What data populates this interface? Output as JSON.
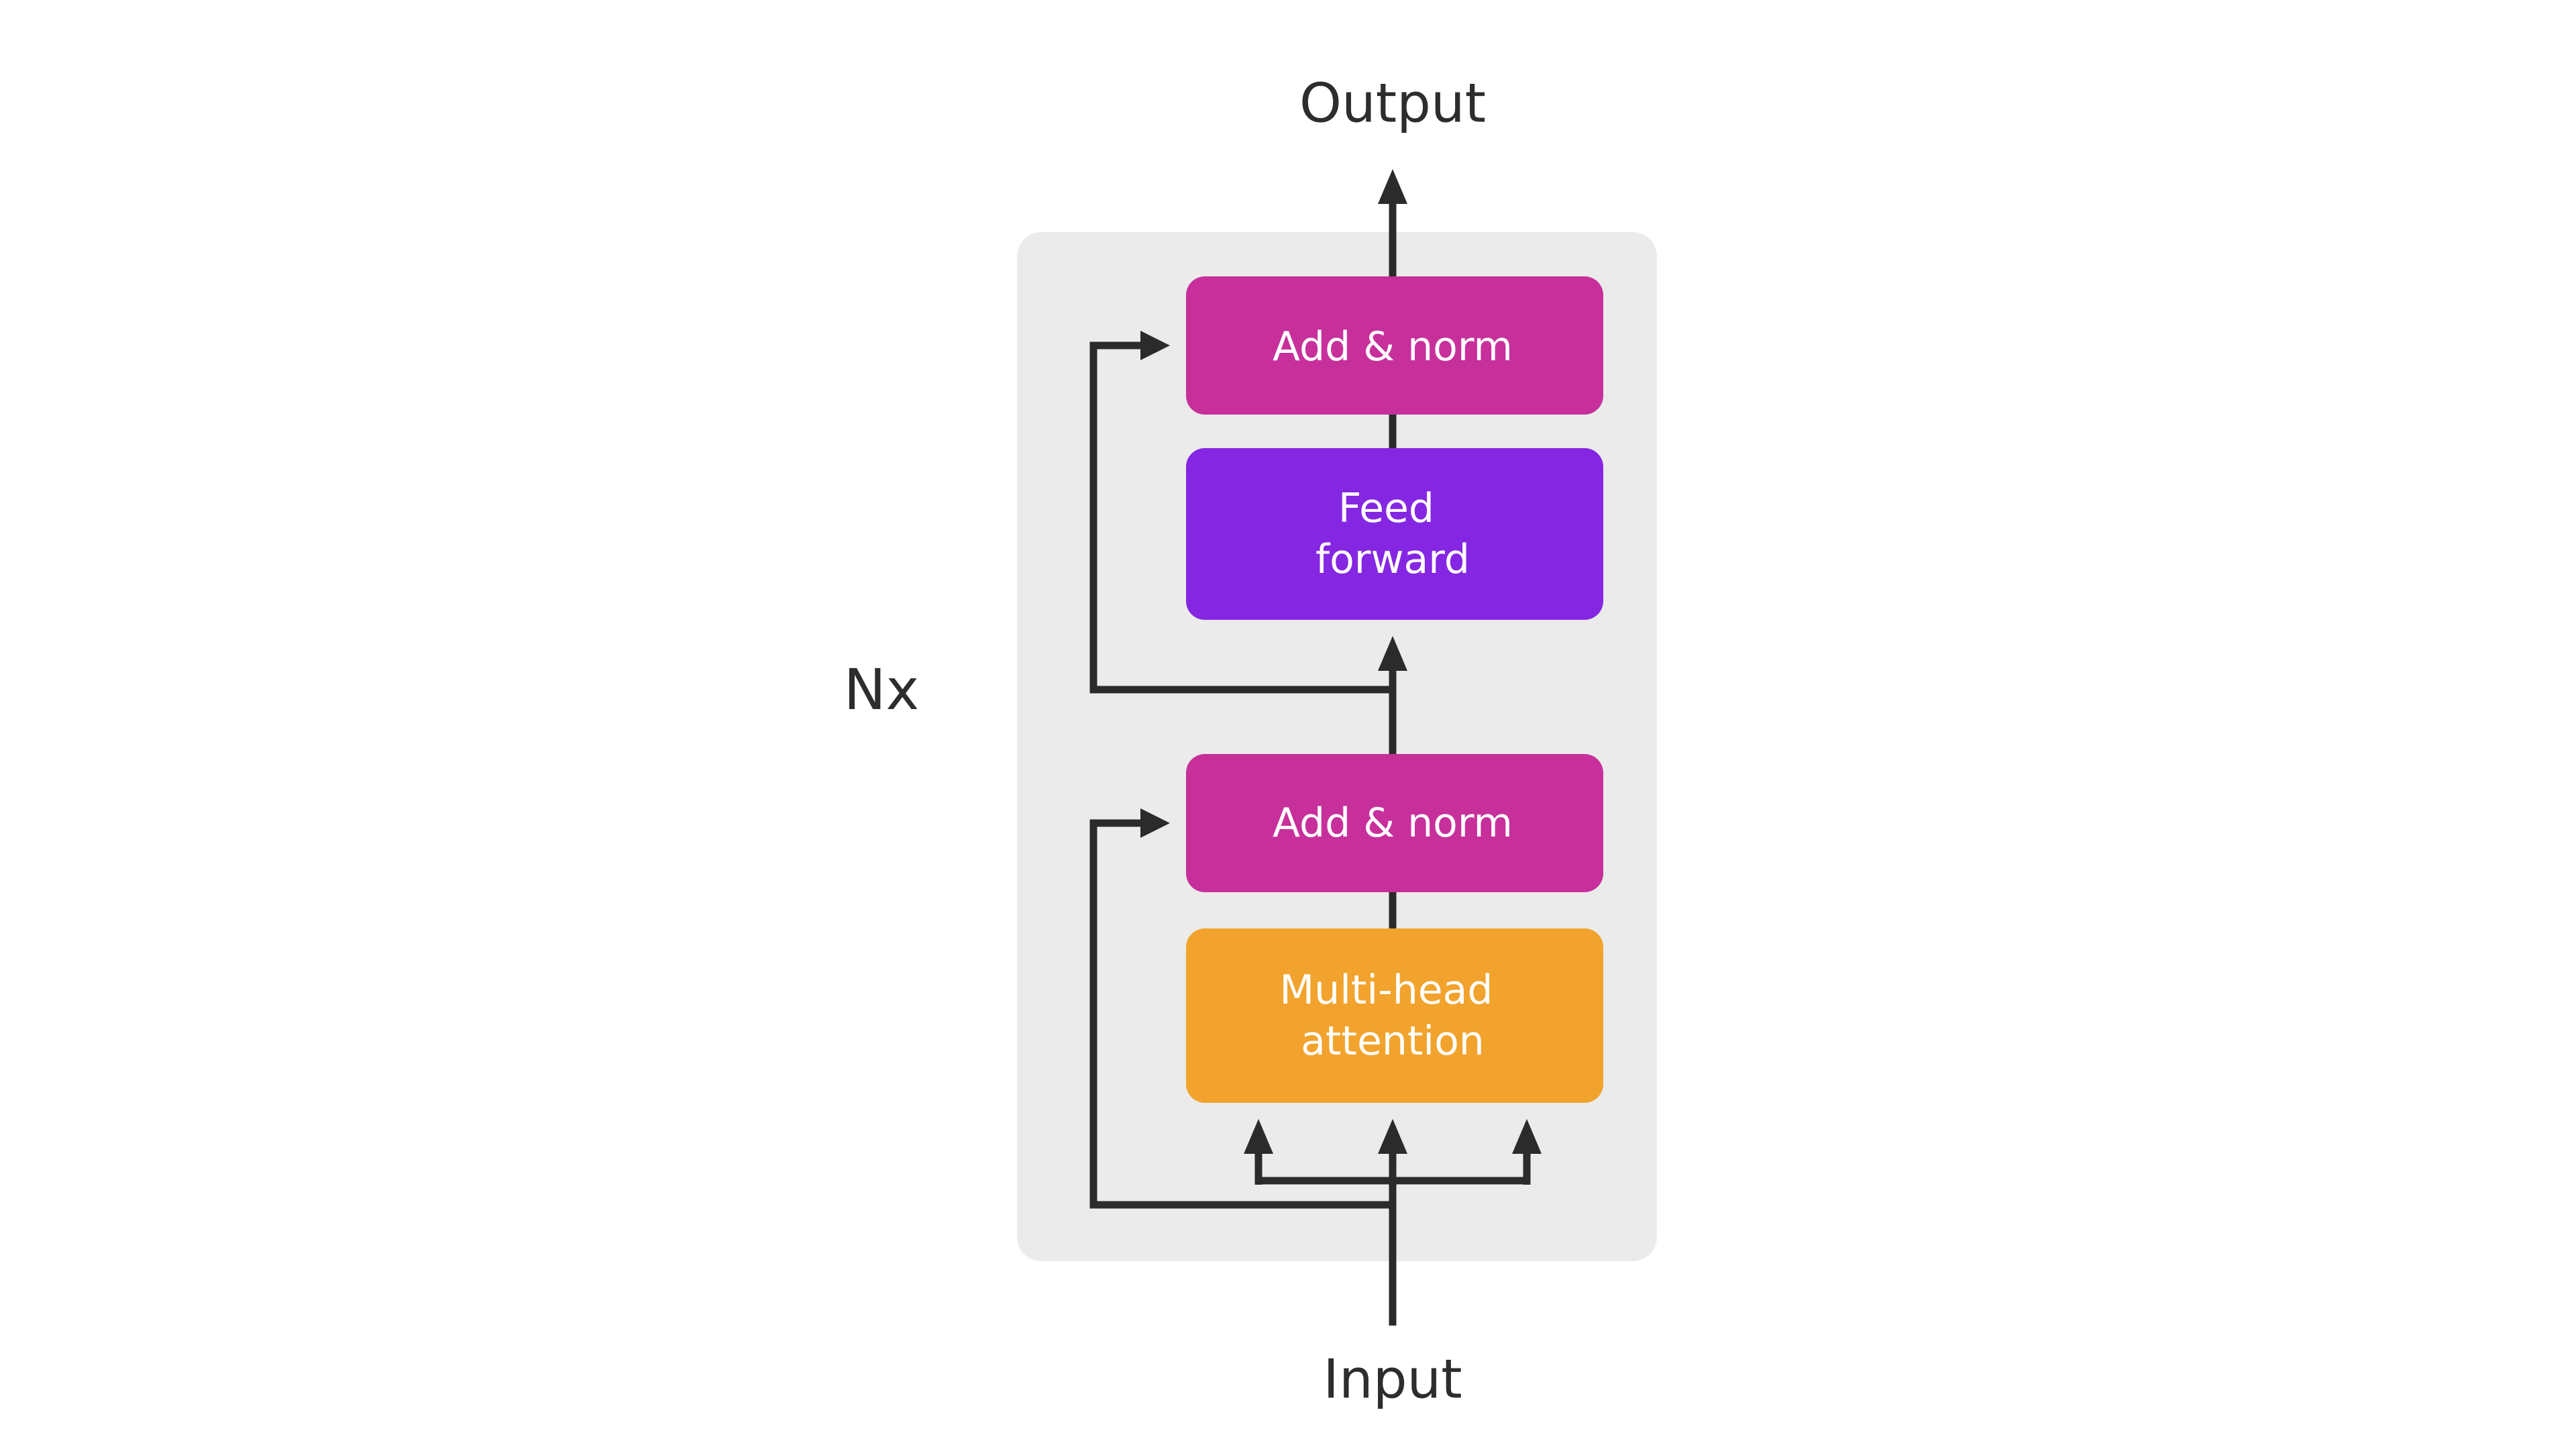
{
  "diagram": {
    "output_label": "Output",
    "input_label": "Input",
    "repeat_label": "Nx",
    "blocks": {
      "add_norm_top": {
        "label": "Add & norm",
        "color": "#c7309b"
      },
      "feed_forward": {
        "line1": "Feed",
        "line2": "forward",
        "color": "#8527e2"
      },
      "add_norm_bottom": {
        "label": "Add & norm",
        "color": "#c7309b"
      },
      "multi_head_attention": {
        "line1": "Multi-head",
        "line2": "attention",
        "color": "#f1a32d"
      }
    },
    "colors": {
      "container": "#ebebeb",
      "wire": "#2b2b2b",
      "outer_text": "#2d2d2d",
      "block_text": "#ffffff",
      "background": "#ffffff"
    }
  }
}
